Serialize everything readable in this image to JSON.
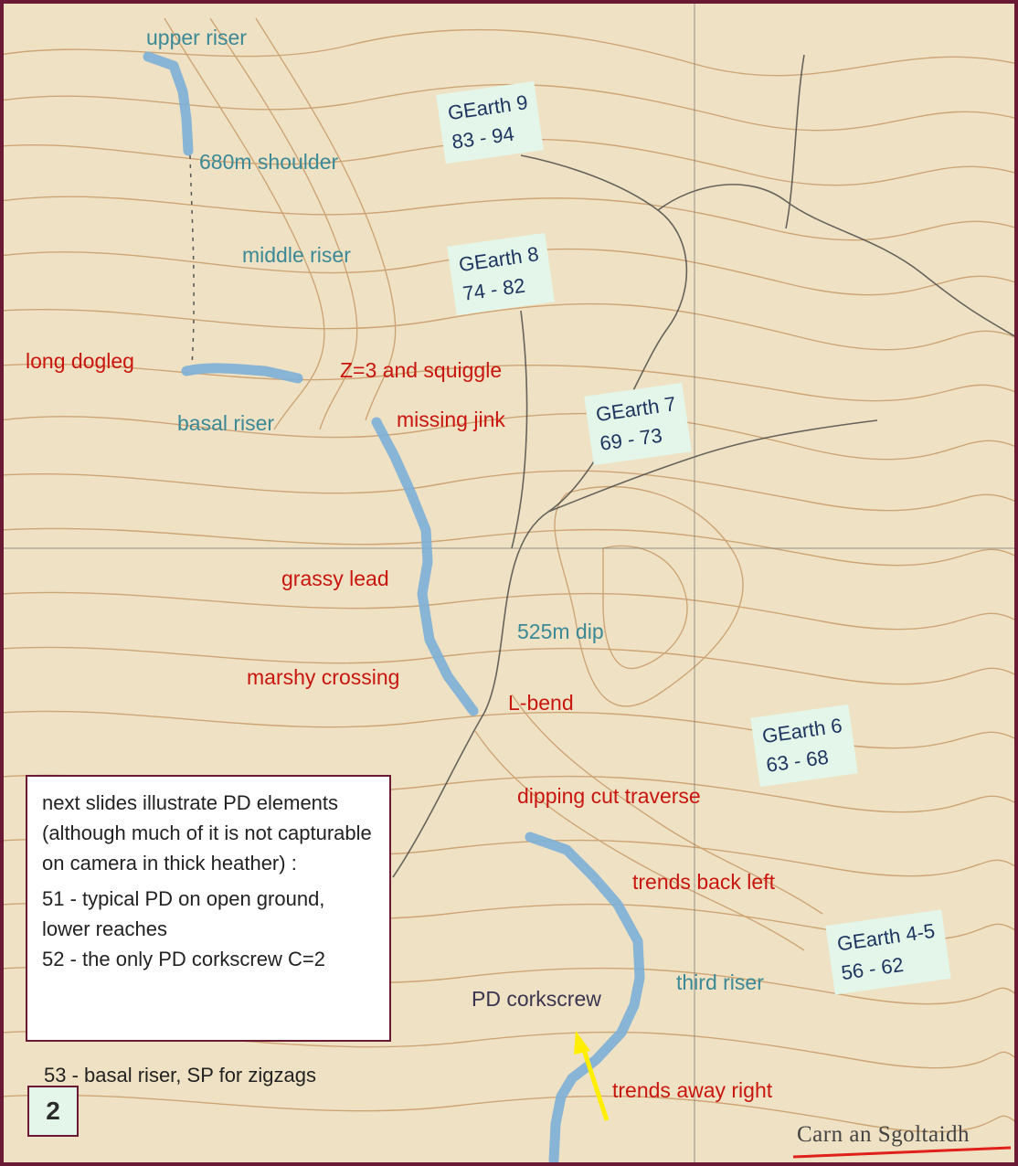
{
  "slide_number": "2",
  "labels": {
    "upper_riser": "upper  riser",
    "shoulder_680": "680m shoulder",
    "middle_riser": "middle riser",
    "long_dogleg": "long dogleg",
    "z3_squiggle": "Z=3 and squiggle",
    "basal_riser": "basal riser",
    "missing_jink": "missing jink",
    "grassy_lead": "grassy lead",
    "dip_525": "525m dip",
    "marshy_crossing": "marshy crossing",
    "l_bend": "L-bend",
    "dipping_cut_traverse": "dipping cut traverse",
    "trends_back_left": "trends back left",
    "third_riser": "third riser",
    "pd_corkscrew": "PD corkscrew",
    "trends_away_right": "trends away right"
  },
  "gearth_notes": [
    {
      "title": "GEarth 9",
      "range": "83 - 94"
    },
    {
      "title": "GEarth 8",
      "range": "74 - 82"
    },
    {
      "title": "GEarth 7",
      "range": "69 - 73"
    },
    {
      "title": "GEarth 6",
      "range": "63 - 68"
    },
    {
      "title": "GEarth 4-5",
      "range": "56 - 62"
    }
  ],
  "info_box": {
    "intro": "next slides illustrate PD elements (although much of it is not capturable on camera in thick heather) :",
    "item_51": "51 - typical PD on open ground, lower reaches",
    "item_52": "52 - the only PD corkscrew C=2",
    "item_53": "53 - basal riser, SP for zigzags"
  },
  "place_name": "Carn an Sgoltaidh",
  "colors": {
    "route": "#7fb0d6",
    "blue_label": "#3b8896",
    "red_label": "#c8160e",
    "arrow": "#ffee00",
    "frame": "#6b1a35",
    "note_bg": "#e3f6e9",
    "map_bg": "#efe2c4",
    "contour": "#c99a68"
  }
}
